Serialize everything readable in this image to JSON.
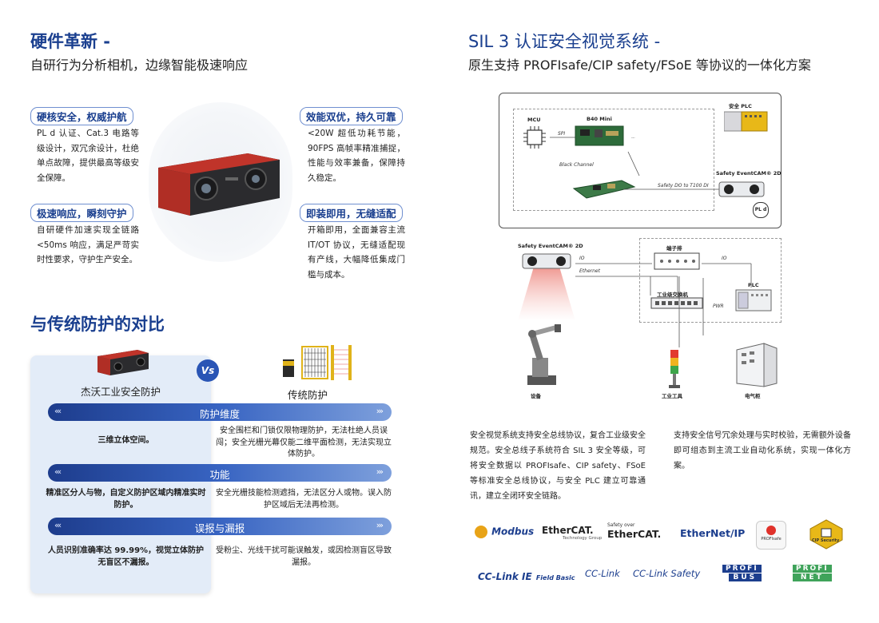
{
  "left": {
    "title": "硬件革新 -",
    "subtitle": "自研行为分析相机，边缘智能极速响应",
    "features": [
      {
        "title": "硬核安全，权威护航",
        "body": "PL d 认证、Cat.3 电路等级设计，双冗余设计，杜绝单点故障，提供最高等级安全保障。"
      },
      {
        "title": "极速响应，瞬刻守护",
        "body": "自研硬件加速实现全链路 <50ms 响应，满足严苛实时性要求，守护生产安全。"
      },
      {
        "title": "效能双优，持久可靠",
        "body": "<20W 超低功耗节能，90FPS 高帧率精准捕捉，性能与效率兼备，保障持久稳定。"
      },
      {
        "title": "即装即用，无缝适配",
        "body": "开箱即用，全面兼容主流 IT/OT 协议，无缝适配现有产线，大幅降低集成门槛与成本。"
      }
    ]
  },
  "compare": {
    "title": "与传统防护的对比",
    "left_label": "杰沃工业安全防护",
    "vs": "Vs",
    "right_label": "传统防护",
    "rows": [
      {
        "band": "防护维度",
        "left": "三维立体空间。",
        "right": "安全围栏和门锁仅限物理防护，无法杜绝人员误闯；安全光栅光幕仅能二维平面检测，无法实现立体防护。"
      },
      {
        "band": "功能",
        "left": "精准区分人与物，自定义防护区域内精准实时防护。",
        "right": "安全光栅技能检测遮挡，无法区分人或物。误入防护区域后无法再检测。"
      },
      {
        "band": "误报与漏报",
        "left": "人员识别准确率达 99.99%，视觉立体防护无盲区不漏报。",
        "right": "受粉尘、光线干扰可能误触发，或因检测盲区导致漏报。"
      }
    ]
  },
  "right": {
    "title": "SIL 3 认证安全视觉系统 -",
    "subtitle": "原生支持 PROFIsafe/CIP safety/FSoE 等协议的一体化方案",
    "diagram": {
      "mcu": "MCU",
      "spi": "SPI",
      "b40": "B40 Mini",
      "black_channel": "Black Channel",
      "safety_do": "Safety DO to T100 DI",
      "safety_plc": "安全 PLC",
      "cam_top": "Safety EventCAM® 2D",
      "pl_badge": "PL d",
      "cam_left": "Safety EventCAM® 2D",
      "terminal": "端子排",
      "io_left": "IO",
      "ethernet": "Ethernet",
      "io_right": "IO",
      "switch": "工业级交换机",
      "pwr": "PWR",
      "plc": "PLC",
      "device": "设备",
      "tool": "工业工具",
      "cabinet": "电气柜"
    },
    "para1": "安全视觉系统支持安全总线协议，复合工业级安全规范。安全总线子系统符合 SIL 3 安全等级，可将安全数据以 PROFIsafe、CIP safety、FSoE 等标准安全总线协议，与安全 PLC 建立可靠通讯，建立全闭环安全链路。",
    "para2": "支持安全信号冗余处理与实时校验，无需额外设备即可组态到主流工业自动化系统，实现一体化方案。",
    "logos": {
      "modbus": "Modbus",
      "ethercat": "EtherCAT.",
      "ethercat_sub": "Technology Group",
      "fsoe_top": "Safety over",
      "fsoe": "EtherCAT.",
      "ethernetip": "EtherNet/IP",
      "profisafe": "PROFIsafe",
      "cip": "CIP Security",
      "cclink_ie": "CC-Link IE",
      "field_basic": "Field Basic",
      "cclink": "CC-Link",
      "cclink_safety": "CC-Link Safety",
      "profibus_top": "PROFI",
      "profibus_bot": "BUS",
      "profinet_top": "PROFI",
      "profinet_bot": "NET"
    }
  },
  "colors": {
    "accent": "#1a3f8f",
    "band": "#2b55b0",
    "camera_red": "#c0342a",
    "light_card": "#e3ecf8"
  }
}
